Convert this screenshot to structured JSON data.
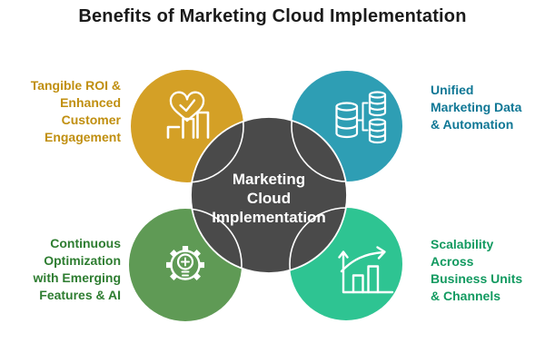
{
  "title": "Benefits of Marketing Cloud Implementation",
  "icon_stroke": "#FFFFFF",
  "center": {
    "lines": [
      "Marketing",
      "Cloud",
      "Implementation"
    ],
    "circle_color": "#4A4A4A",
    "text_color": "#FFFFFF"
  },
  "benefits": [
    {
      "id": "roi",
      "position": "top-left",
      "label_lines": [
        "Tangible ROI &",
        "Enhanced",
        "Customer",
        "Engagement"
      ],
      "circle_color": "#D4A026",
      "text_color": "#C08F10",
      "icon": "heart-check-chart-icon"
    },
    {
      "id": "data",
      "position": "top-right",
      "label_lines": [
        "Unified",
        "Marketing Data",
        "& Automation",
        ""
      ],
      "circle_color": "#2E9EB4",
      "text_color": "#0F7795",
      "icon": "database-sync-icon"
    },
    {
      "id": "optimization",
      "position": "bottom-left",
      "label_lines": [
        "Continuous",
        "Optimization",
        "with Emerging",
        "Features & AI"
      ],
      "circle_color": "#5F9A55",
      "text_color": "#2E7D31",
      "icon": "gear-lightbulb-icon"
    },
    {
      "id": "scalability",
      "position": "bottom-right",
      "label_lines": [
        "Scalability",
        "Across",
        "Business Units",
        "& Channels"
      ],
      "circle_color": "#2EC492",
      "text_color": "#129A60",
      "icon": "growth-chart-icon"
    }
  ]
}
